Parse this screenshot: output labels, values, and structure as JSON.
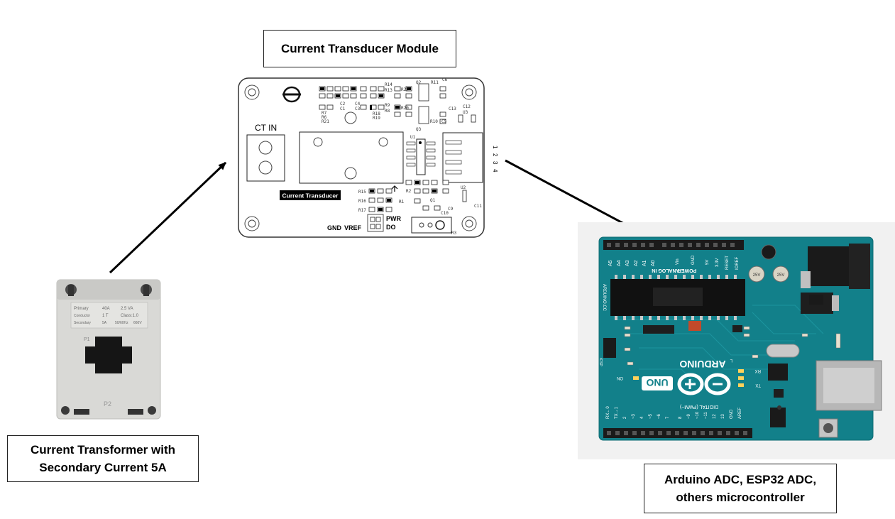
{
  "title_module": "Current Transducer Module",
  "label_ct": [
    "Current Transformer with",
    "Secondary Current 5A"
  ],
  "label_mcu": [
    "Arduino ADC, ESP32 ADC,",
    "others microcontroller"
  ],
  "pcb": {
    "ct_in": "CT IN",
    "badge": "Current Transducer",
    "pins": [
      "GND",
      "VREF",
      "PWR",
      "DO"
    ],
    "header_nums": [
      "1",
      "2",
      "3",
      "4"
    ],
    "ref_codes": [
      "R11",
      "C6",
      "C12",
      "U3",
      "C13",
      "R10",
      "C5",
      "C2",
      "C1",
      "C4",
      "C3",
      "R7",
      "R6",
      "R21",
      "R14",
      "R13",
      "R22",
      "R20",
      "R9",
      "R8",
      "R18",
      "R19",
      "R15",
      "R16",
      "R17",
      "R1",
      "R2",
      "R3",
      "C9",
      "C10",
      "C11",
      "U1",
      "U2",
      "Q1",
      "Q2",
      "Q3"
    ]
  },
  "ct": {
    "plate_rows": [
      [
        "Primary",
        "40A",
        "2.5 VA"
      ],
      [
        "Conductor",
        "1 T",
        "Class:1.0"
      ],
      [
        "Secondary",
        "5A",
        "50/60Hz",
        "660V"
      ]
    ],
    "mark": "P1"
  },
  "arduino": {
    "brand": "ARDUINO",
    "model": "UNO",
    "analog_pins": [
      "A5",
      "A4",
      "A3",
      "A2",
      "A1",
      "A0"
    ],
    "analog_label": "ANALOG IN",
    "power_label": "POWER",
    "power_pins": [
      "Vin",
      "GND",
      "5V",
      "3.3V",
      "RESET",
      "IOREF"
    ],
    "digital_label": "DIGITAL (PWM~)",
    "digital_pins": [
      "RX←0",
      "TX→1",
      "2",
      "~3",
      "4",
      "~5",
      "~6",
      "7",
      "8",
      "~9",
      "~10",
      "~11",
      "12",
      "13",
      "GND",
      "AREF"
    ],
    "side_text": "ARDUINO.CC",
    "cap_text": "25V",
    "leds": [
      "ON",
      "TX",
      "RX",
      "L"
    ],
    "icsp": "ICSP"
  },
  "colors": {
    "board": "#12808a",
    "pcb_bg": "#ffffff",
    "arrow": "#000000"
  }
}
